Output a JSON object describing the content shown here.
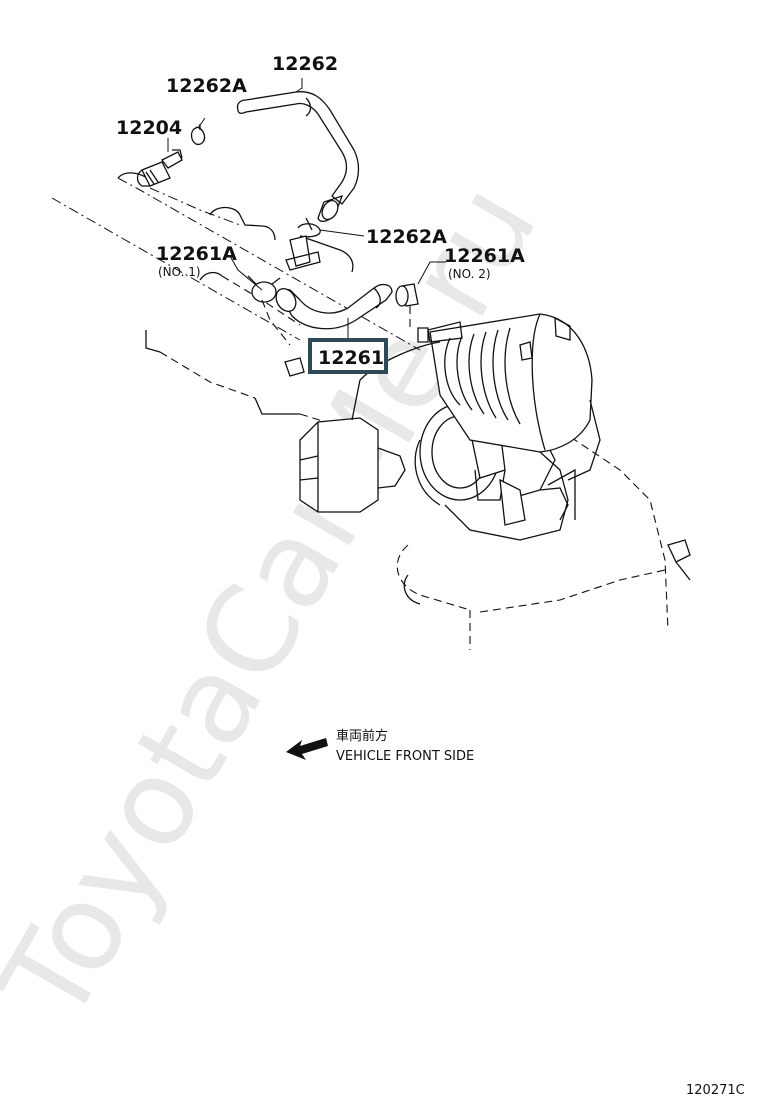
{
  "watermark": "ToyotaCarMe.ru",
  "labels": {
    "p12262": "12262",
    "p12262A_top": "12262A",
    "p12204": "12204",
    "p12262A_mid": "12262A",
    "p12261A_left": "12261A",
    "p12261A_left_sub": "(NO. 1)",
    "p12261A_right": "12261A",
    "p12261A_right_sub": "(NO. 2)",
    "p12261": "12261"
  },
  "direction": {
    "jp": "車両前方",
    "en": "VEHICLE FRONT SIDE"
  },
  "drawing_number": "120271C",
  "colors": {
    "highlight_box": "#2e4a57",
    "line": "#111111",
    "watermark": "#d6d6d6"
  }
}
